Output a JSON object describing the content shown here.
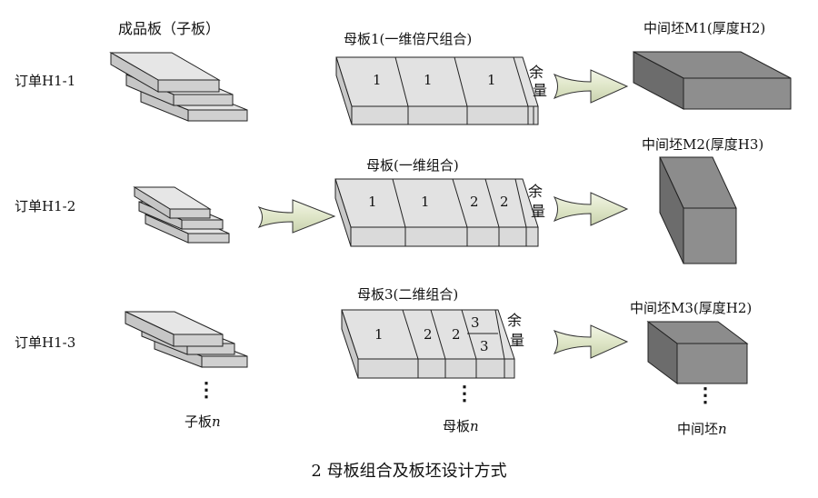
{
  "header": {
    "product_plates": "成品板（子板）"
  },
  "rows": [
    {
      "order": "订单H1-1",
      "mother_title": "母板1(一维倍尺组合)",
      "segments": [
        "1",
        "1",
        "1"
      ],
      "remainder": [
        "余",
        "量"
      ],
      "intermediate_title": "中间坯M1(厚度H2)"
    },
    {
      "order": "订单H1-2",
      "mother_title": "母板(一维组合)",
      "segments": [
        "1",
        "1",
        "2",
        "2"
      ],
      "remainder": [
        "余",
        "量"
      ],
      "intermediate_title": "中间坯M2(厚度H3)"
    },
    {
      "order": "订单H1-3",
      "mother_title": "母板3(二维组合)",
      "segments": [
        "1",
        "2",
        "2",
        "3",
        "3"
      ],
      "remainder": [
        "余",
        "量"
      ],
      "intermediate_title": "中间坯M3(厚度H2)"
    }
  ],
  "footer": {
    "child_prefix": "子板",
    "mother_prefix": "母板",
    "inter_prefix": "中间坯",
    "index_symbol": "n",
    "dots": "⋮"
  },
  "caption": "2 母板组合及板坯设计方式",
  "colors": {
    "plate_top": "#e4e4e4",
    "plate_side": "#cfcfcf",
    "mother_face": "#e1e1e1",
    "block_top": "#8a8a8a",
    "block_front": "#8f8f8f",
    "block_side": "#6f6f6f",
    "arrow_fill": "#e2e8cf",
    "stroke": "#222222"
  }
}
